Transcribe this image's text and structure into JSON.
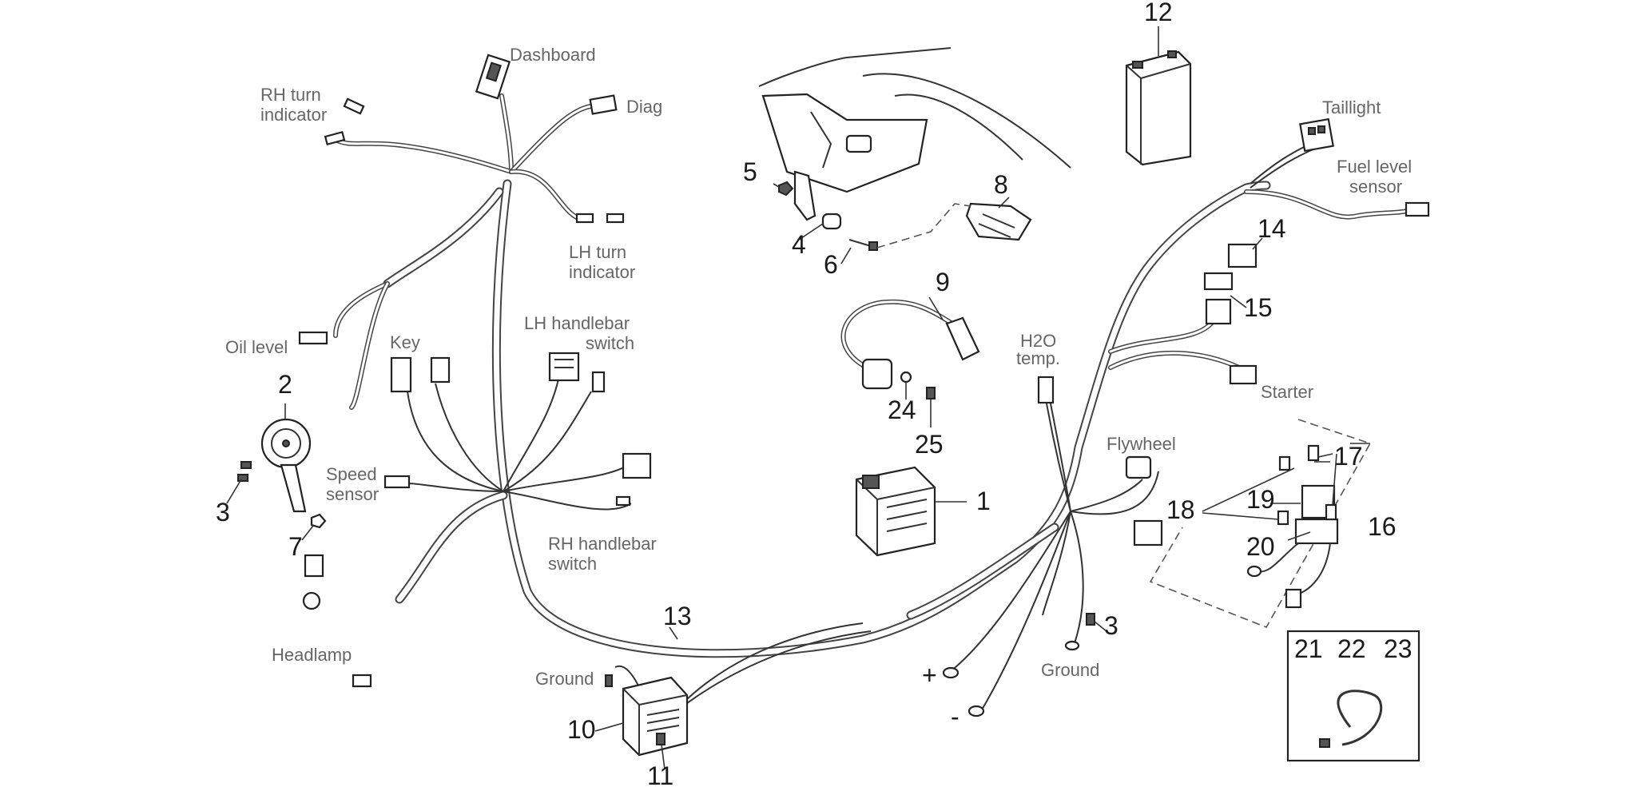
{
  "labels": {
    "rh_turn_indicator": [
      "RH turn",
      "indicator"
    ],
    "dashboard": "Dashboard",
    "diag": "Diag",
    "lh_turn_indicator": [
      "LH turn",
      "indicator"
    ],
    "oil_level": "Oil level",
    "key": "Key",
    "lh_handlebar_switch": [
      "LH handlebar",
      "switch"
    ],
    "speed_sensor": [
      "Speed",
      "sensor"
    ],
    "rh_handlebar_switch": [
      "RH handlebar",
      "switch"
    ],
    "headlamp": "Headlamp",
    "ground_left": "Ground",
    "h2o_temp": [
      "H2O",
      "temp."
    ],
    "flywheel": "Flywheel",
    "ground_right": "Ground",
    "taillight": "Taillight",
    "fuel_level_sensor": [
      "Fuel level",
      "sensor"
    ],
    "starter": "Starter",
    "plus": "+",
    "minus": "-"
  },
  "part_numbers": {
    "n1": "1",
    "n2": "2",
    "n3a": "3",
    "n3b": "3",
    "n4": "4",
    "n5": "5",
    "n6": "6",
    "n7": "7",
    "n8": "8",
    "n9": "9",
    "n10": "10",
    "n11": "11",
    "n12": "12",
    "n13": "13",
    "n14": "14",
    "n15": "15",
    "n16": "16",
    "n17": "17",
    "n18": "18",
    "n19": "19",
    "n20": "20",
    "n21": "21",
    "n22": "22",
    "n23": "23",
    "n24": "24",
    "n25": "25"
  }
}
